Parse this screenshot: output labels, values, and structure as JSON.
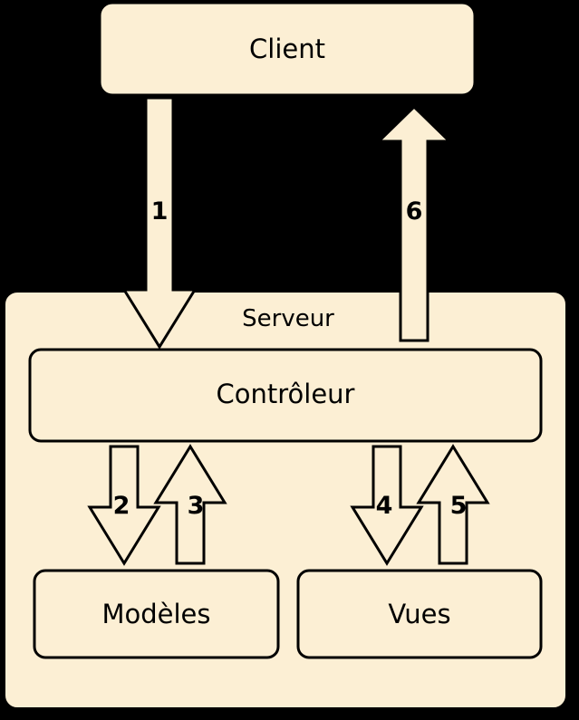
{
  "diagram": {
    "title_visible": false,
    "background_color": "#000000",
    "shape_fill_color": "#FCEFD4",
    "stroke_color": "#000000",
    "shadow_color": "#000000",
    "nodes": [
      {
        "id": "client",
        "label": "Client"
      },
      {
        "id": "serveur",
        "label": "Serveur"
      },
      {
        "id": "controleur",
        "label": "Contrôleur"
      },
      {
        "id": "modeles",
        "label": "Modèles"
      },
      {
        "id": "vues",
        "label": "Vues"
      }
    ],
    "arrows": [
      {
        "id": "arrow-1",
        "label": "1",
        "direction": "down",
        "from": "client",
        "to": "controleur"
      },
      {
        "id": "arrow-2",
        "label": "2",
        "direction": "down",
        "from": "controleur",
        "to": "modeles"
      },
      {
        "id": "arrow-3",
        "label": "3",
        "direction": "up",
        "from": "modeles",
        "to": "controleur"
      },
      {
        "id": "arrow-4",
        "label": "4",
        "direction": "down",
        "from": "controleur",
        "to": "vues"
      },
      {
        "id": "arrow-5",
        "label": "5",
        "direction": "up",
        "from": "vues",
        "to": "controleur"
      },
      {
        "id": "arrow-6",
        "label": "6",
        "direction": "up",
        "from": "controleur",
        "to": "client"
      }
    ]
  }
}
